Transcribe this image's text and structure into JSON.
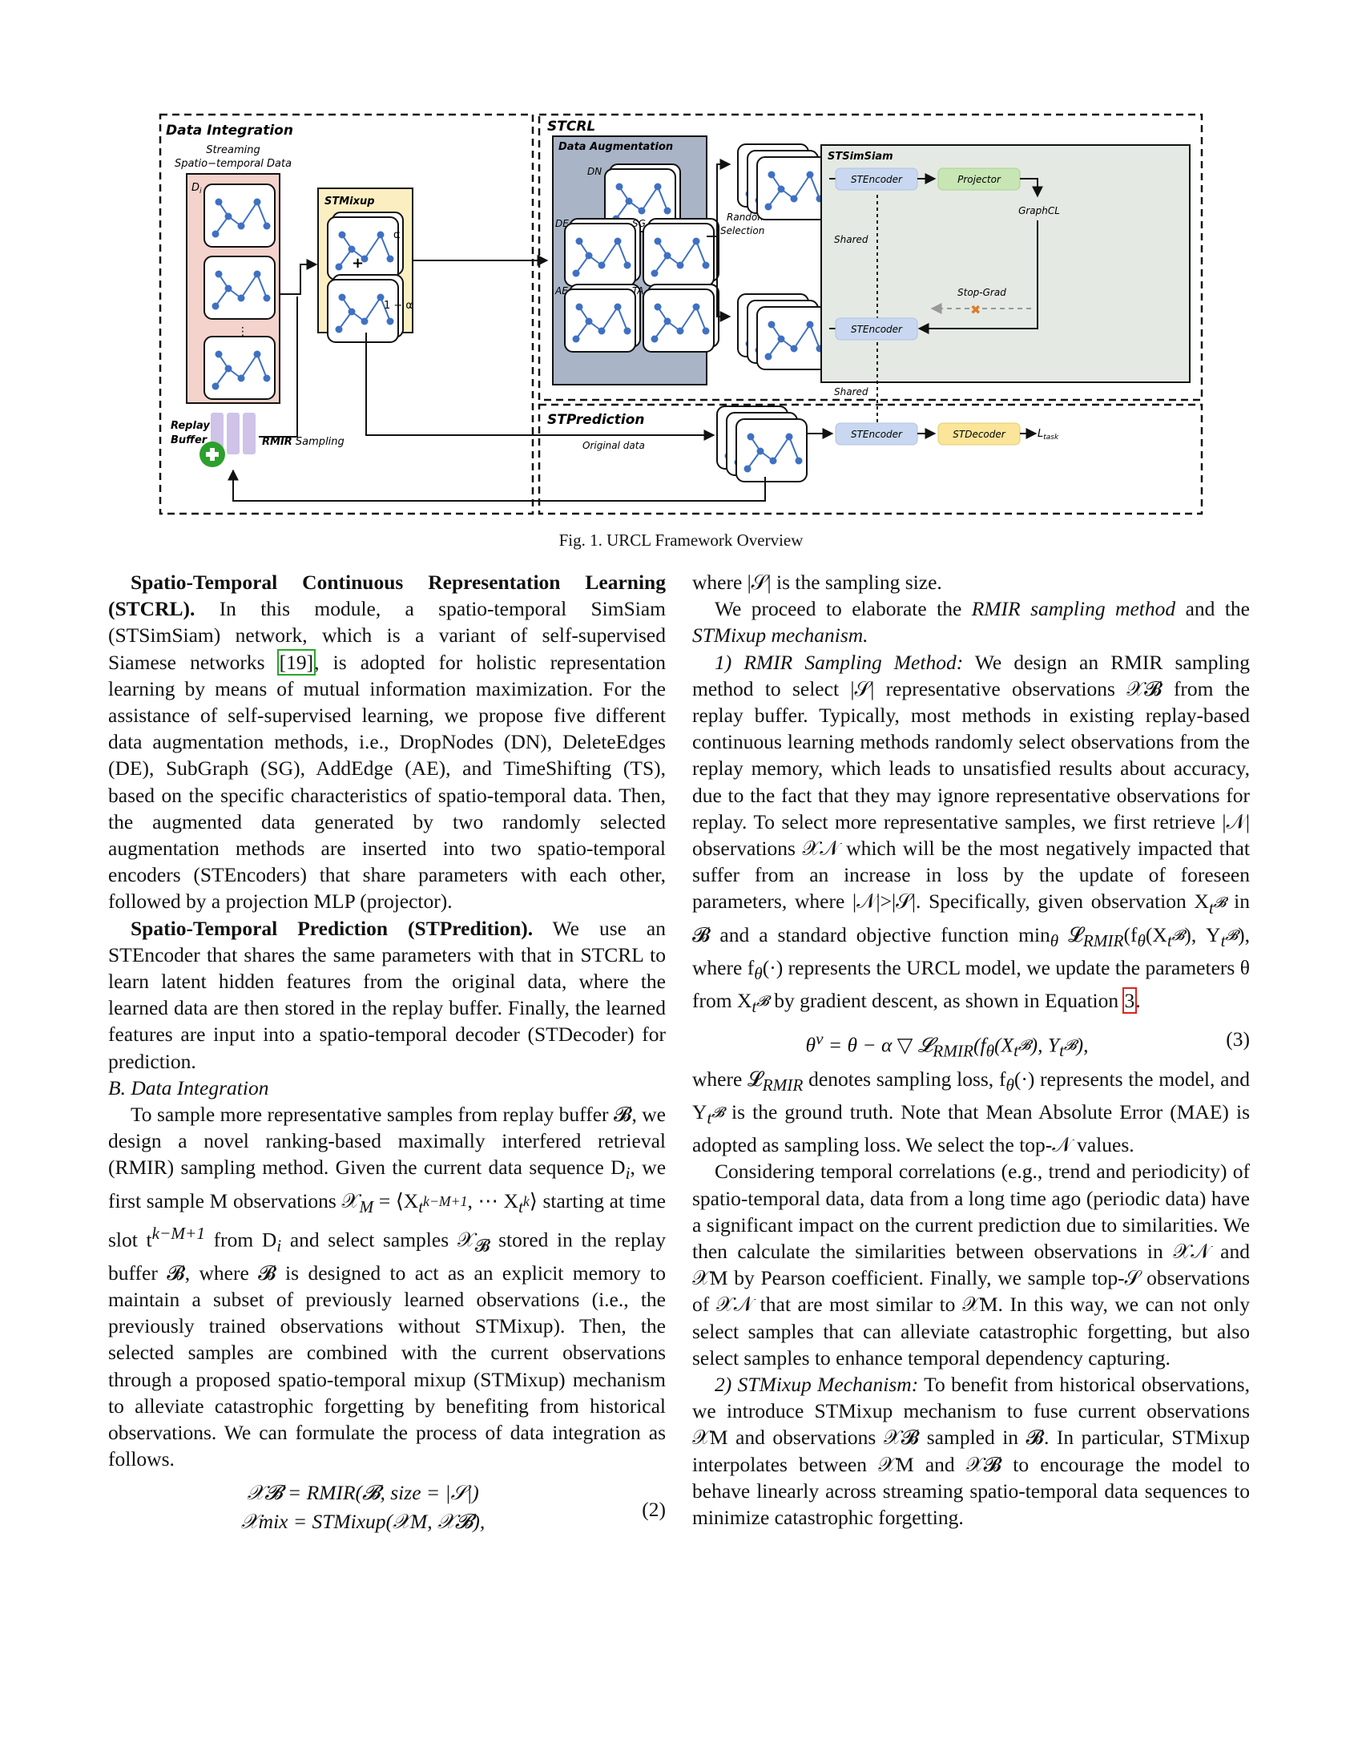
{
  "figure": {
    "panels": {
      "data_integration": "Data Integration",
      "stcrl": "STCRL",
      "stprediction": "STPrediction"
    },
    "streaming_label": "Streaming",
    "streaming_label2": "Spatio−temporal Data",
    "di_label": "D",
    "di_sub": "i",
    "stmixup": "STMixup",
    "alpha": "α",
    "one_minus_alpha": "1 − α",
    "plus": "+",
    "replay_buffer_1": "Replay",
    "replay_buffer_2": "Buffer",
    "rmir_sampling": "RMIR",
    "rmir_sampling_rest": " Sampling",
    "data_augmentation": "Data Augmentation",
    "aug": {
      "dn": "DN",
      "de": "DE",
      "sg": "SG",
      "ae": "AE",
      "ta": "TA"
    },
    "random_selection_1": "Random",
    "random_selection_2": "Selection",
    "stsimsiam": "STSimSiam",
    "stencoder": "STEncoder",
    "projector": "Projector",
    "graphcl": "GraphCL",
    "shared": "Shared",
    "stop_grad": "Stop-Grad",
    "original_data": "Original data",
    "stdecoder": "STDecoder",
    "l_task": "L",
    "l_task_sub": "task",
    "colors": {
      "encoder": "#c9d8f0",
      "projector": "#c7e6b4",
      "decoder": "#fbe59a",
      "stream_bg": "#f3d3cc",
      "mixup_bg": "#fbefc2",
      "aug_bg": "#a9b4c6",
      "siam_bg": "#e4e9e4",
      "node": "#3f70c2"
    }
  },
  "caption": "Fig. 1.   URCL Framework Overview",
  "left": {
    "p1_bold": "Spatio-Temporal Continuous Representation Learning (STCRL).",
    "p1_a": " In this module, a spatio-temporal SimSiam (STSimSiam) network, which is a variant of self-supervised Siamese networks ",
    "p1_cite": "[19]",
    "p1_b": ", is adopted for holistic representation learning by means of mutual information maximization. For the assistance of self-supervised learning, we propose five different data augmentation methods, i.e., DropNodes (DN), DeleteEdges (DE), SubGraph (SG), AddEdge (AE), and TimeShifting (TS), based on the specific characteristics of spatio-temporal data. Then, the augmented data generated by two randomly selected augmentation methods are inserted into two spatio-temporal encoders (STEncoders) that share parameters with each other, followed by a projection MLP (projector).",
    "p2_bold": "Spatio-Temporal Prediction (STPredition).",
    "p2": " We use an STEncoder that shares the same parameters with that in STCRL to learn latent hidden features from the original data, where the learned data are then stored in the replay buffer. Finally, the learned features are input into a spatio-temporal decoder (STDecoder) for prediction.",
    "section": "B.  Data Integration",
    "p3": "To sample more representative samples from replay buffer 𝓑, we design a novel ranking-based maximally interfered retrieval (RMIR) sampling method. Given the current data sequence D",
    "p3_b": ", we first sample M observations 𝒳",
    "p3_c": " = ⟨X",
    "p3_d": ", ⋯ X",
    "p3_e": "⟩ starting at time slot t",
    "p3_f": " from D",
    "p3_g": " and select samples 𝒳",
    "p3_h": " stored in the replay buffer 𝓑, where 𝓑 is designed to act as an explicit memory to maintain a subset of previously learned observations (i.e., the previously trained observations without STMixup). Then, the selected samples are combined with the current observations through a proposed spatio-temporal mixup (STMixup) mechanism to alleviate catastrophic forgetting by benefiting from historical observations. We can formulate the process of data integration as follows.",
    "eq2_l1": "𝒳𝓑 = RMIR(𝓑, size = |𝒮|)",
    "eq2_l2": "𝒳mix = STMixup(𝒳M, 𝒳𝓑),",
    "eq2_num": "(2)"
  },
  "right": {
    "p0": "where |𝒮| is the sampling size.",
    "p1_a": "We proceed to elaborate the ",
    "p1_i1": "RMIR sampling method",
    "p1_b": " and the ",
    "p1_i2": "STMixup mechanism.",
    "p2_head": "1)  RMIR Sampling Method:",
    "p2_a": " We design an RMIR sampling method to select |𝒮| representative observations 𝒳𝓑 from the replay buffer. Typically, most methods in existing replay-based continuous learning methods randomly select observations from the replay memory, which leads to unsatisfied results about accuracy, due to the fact that they may ignore representative observations for replay. To select more representative samples, we first retrieve |𝒩| observations 𝒳𝒩 which will be the most negatively impacted that suffer from an increase in loss by the update of foreseen parameters, where |𝒩|>|𝒮|. Specifically, given observation X",
    "p2_b": " in 𝓑 and a standard objective function min",
    "p2_c": " 𝓛",
    "p2_d": "(f",
    "p2_e": "(X",
    "p2_f": "), Y",
    "p2_g": "), where f",
    "p2_h": "(·) represents the URCL model, we update the parameters θ from X",
    "p2_i": " by gradient descent, as shown in Equation ",
    "p2_ref": "3",
    "p2_j": ".",
    "eq3": "θ",
    "eq3_b": " = θ − α ▽ 𝓛",
    "eq3_c": "(f",
    "eq3_d": "(X",
    "eq3_e": "), Y",
    "eq3_f": "),",
    "eq3_num": "(3)",
    "p3_a": "where 𝓛",
    "p3_b": " denotes sampling loss, f",
    "p3_c": "(·) represents the model, and Y",
    "p3_d": " is the ground truth. Note that Mean Absolute Error (MAE) is adopted as sampling loss. We select the top-𝒩 values.",
    "p4": "Considering temporal correlations (e.g., trend and periodicity) of spatio-temporal data, data from a long time ago (periodic data) have a significant impact on the current prediction due to similarities. We then calculate the similarities between observations in 𝒳𝒩 and 𝒳M by Pearson coefficient. Finally, we sample top-𝒮 observations of 𝒳𝒩 that are most similar to 𝒳M. In this way, we can not only select samples that can alleviate catastrophic forgetting, but also select samples to enhance temporal dependency capturing.",
    "p5_head": "2)  STMixup Mechanism:",
    "p5": " To benefit from historical observations, we introduce STMixup mechanism to fuse current observations 𝒳M and observations 𝒳𝓑 sampled in 𝓑. In particular, STMixup interpolates between 𝒳M and 𝒳𝓑 to encourage the model to behave linearly across streaming spatio-temporal data sequences to minimize catastrophic forgetting."
  }
}
